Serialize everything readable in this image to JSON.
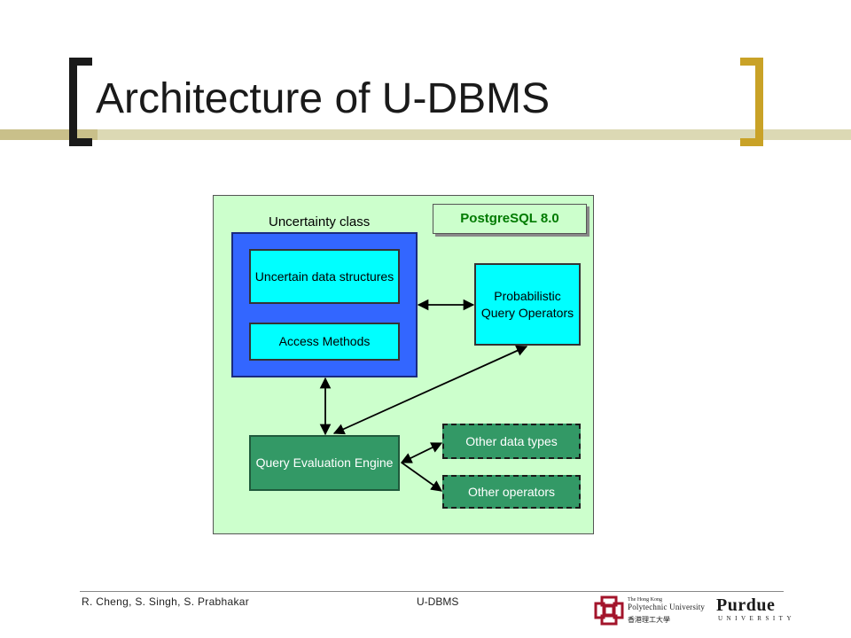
{
  "slide": {
    "title": "Architecture of U-DBMS"
  },
  "diagram": {
    "container_label": "PostgreSQL 8.0",
    "uncertainty_class_label": "Uncertainty class",
    "uncertain_data_structures": "Uncertain data structures",
    "access_methods": "Access Methods",
    "probabilistic_query_operators": "Probabilistic Query Operators",
    "query_evaluation_engine": "Query Evaluation Engine",
    "other_data_types": "Other data types",
    "other_operators": "Other operators"
  },
  "footer": {
    "authors": "R. Cheng, S. Singh, S. Prabhakar",
    "topic": "U-DBMS",
    "polyu_small": "The Hong Kong",
    "polyu_name": "Polytechnic University",
    "polyu_cn": "香港理工大學",
    "purdue_name": "Purdue",
    "purdue_sub": "UNIVERSITY"
  },
  "colors": {
    "frame_bg": "#ccffcc",
    "uncertainty_class": "#3366ff",
    "cyan_box": "#00ffff",
    "engine_green": "#339966",
    "postgres_text": "#007a00",
    "bracket_gold": "#c9a227"
  }
}
